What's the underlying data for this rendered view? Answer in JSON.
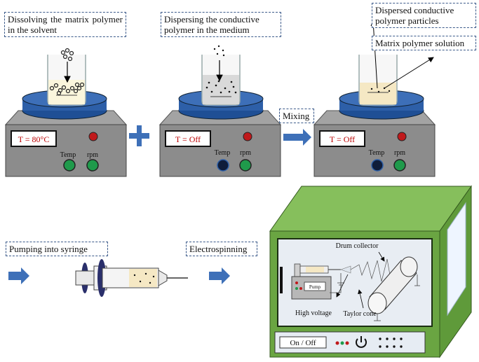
{
  "labels": {
    "step1": "Dissolving the matrix polymer in the solvent",
    "step2": "Dispersing the conductive polymer in the medium",
    "particles": "Dispersed conductive polymer particles",
    "matrix_solution": "Matrix polymer solution",
    "mixing": "Mixing",
    "pumping": "Pumping into syringe",
    "electrospinning": "Electrospinning"
  },
  "stirrers": [
    {
      "temp_display": "T = 80°C",
      "temp_label": "Temp",
      "rpm_label": "rpm"
    },
    {
      "temp_display": "T = Off",
      "temp_label": "Temp",
      "rpm_label": "rpm"
    },
    {
      "temp_display": "T = Off",
      "temp_label": "Temp",
      "rpm_label": "rpm"
    }
  ],
  "apparatus": {
    "drum_collector": "Drum collector",
    "pump": "Pump",
    "high_voltage": "High voltage",
    "taylor_cone": "Taylor cone",
    "on_off": "On / Off"
  },
  "colors": {
    "plate_blue": "#2d5fa8",
    "stirrer_grey": "#8c8c8c",
    "arrow_blue": "#3e70b8",
    "cabinet_green": "#6aa542",
    "indicator_red": "#c0191b",
    "indicator_green": "#1f9a4b"
  },
  "icons": [
    "plus-icon",
    "arrow-right-icon",
    "power-icon"
  ]
}
